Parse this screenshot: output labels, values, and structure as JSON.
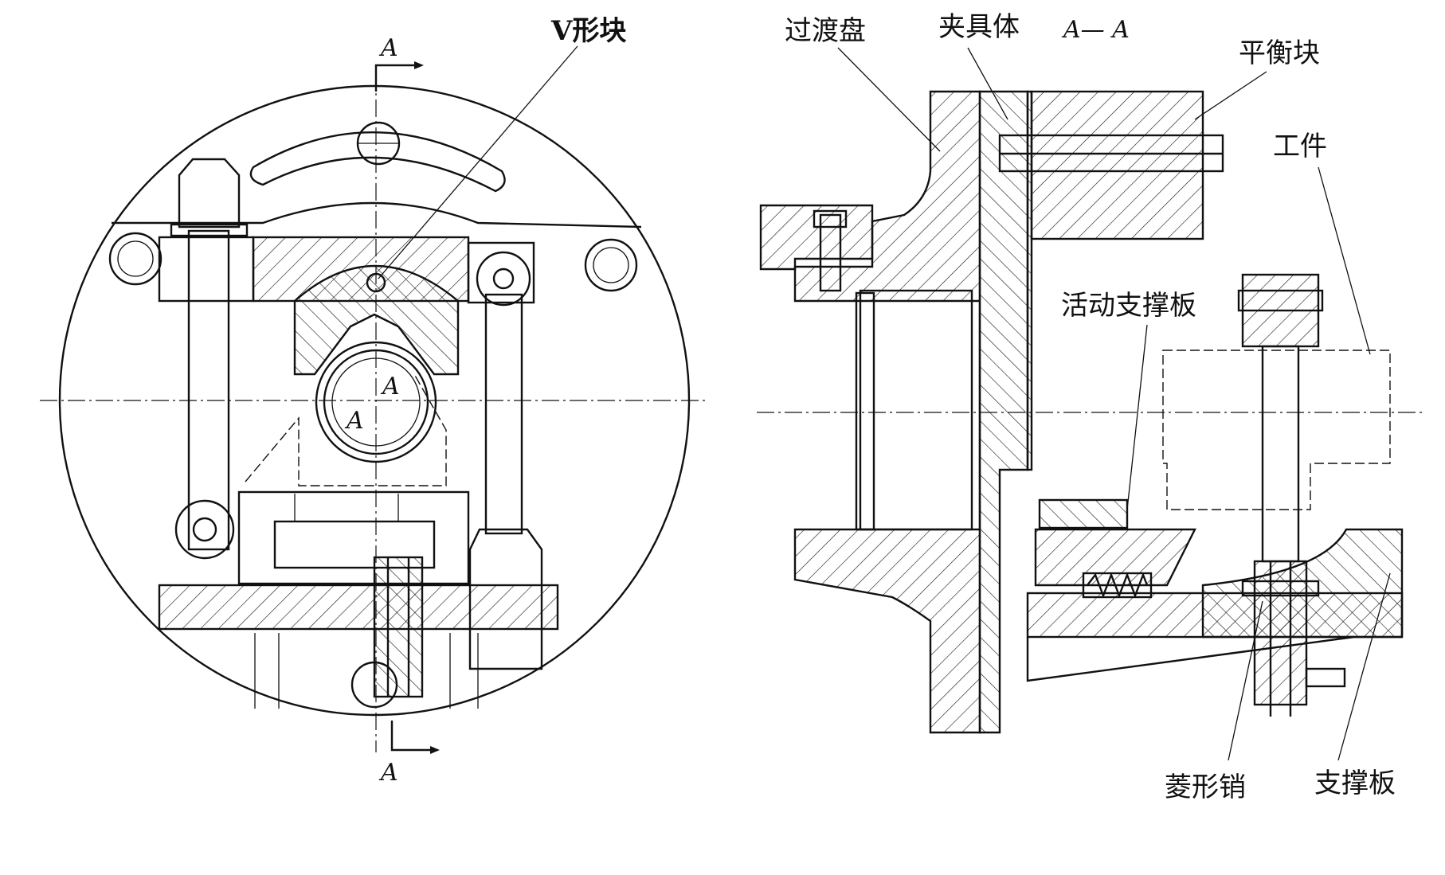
{
  "labels": {
    "v_block": "V形块",
    "adapter_plate": "过渡盘",
    "fixture_body": "夹具体",
    "section": "A— A",
    "counterweight": "平衡块",
    "workpiece": "工件",
    "movable_support_plate": "活动支撑板",
    "diamond_pin": "菱形销",
    "support_plate": "支撑板"
  },
  "section_marks": {
    "top": "A",
    "bottom": "A",
    "center_upper": "A",
    "center_lower": "A"
  }
}
